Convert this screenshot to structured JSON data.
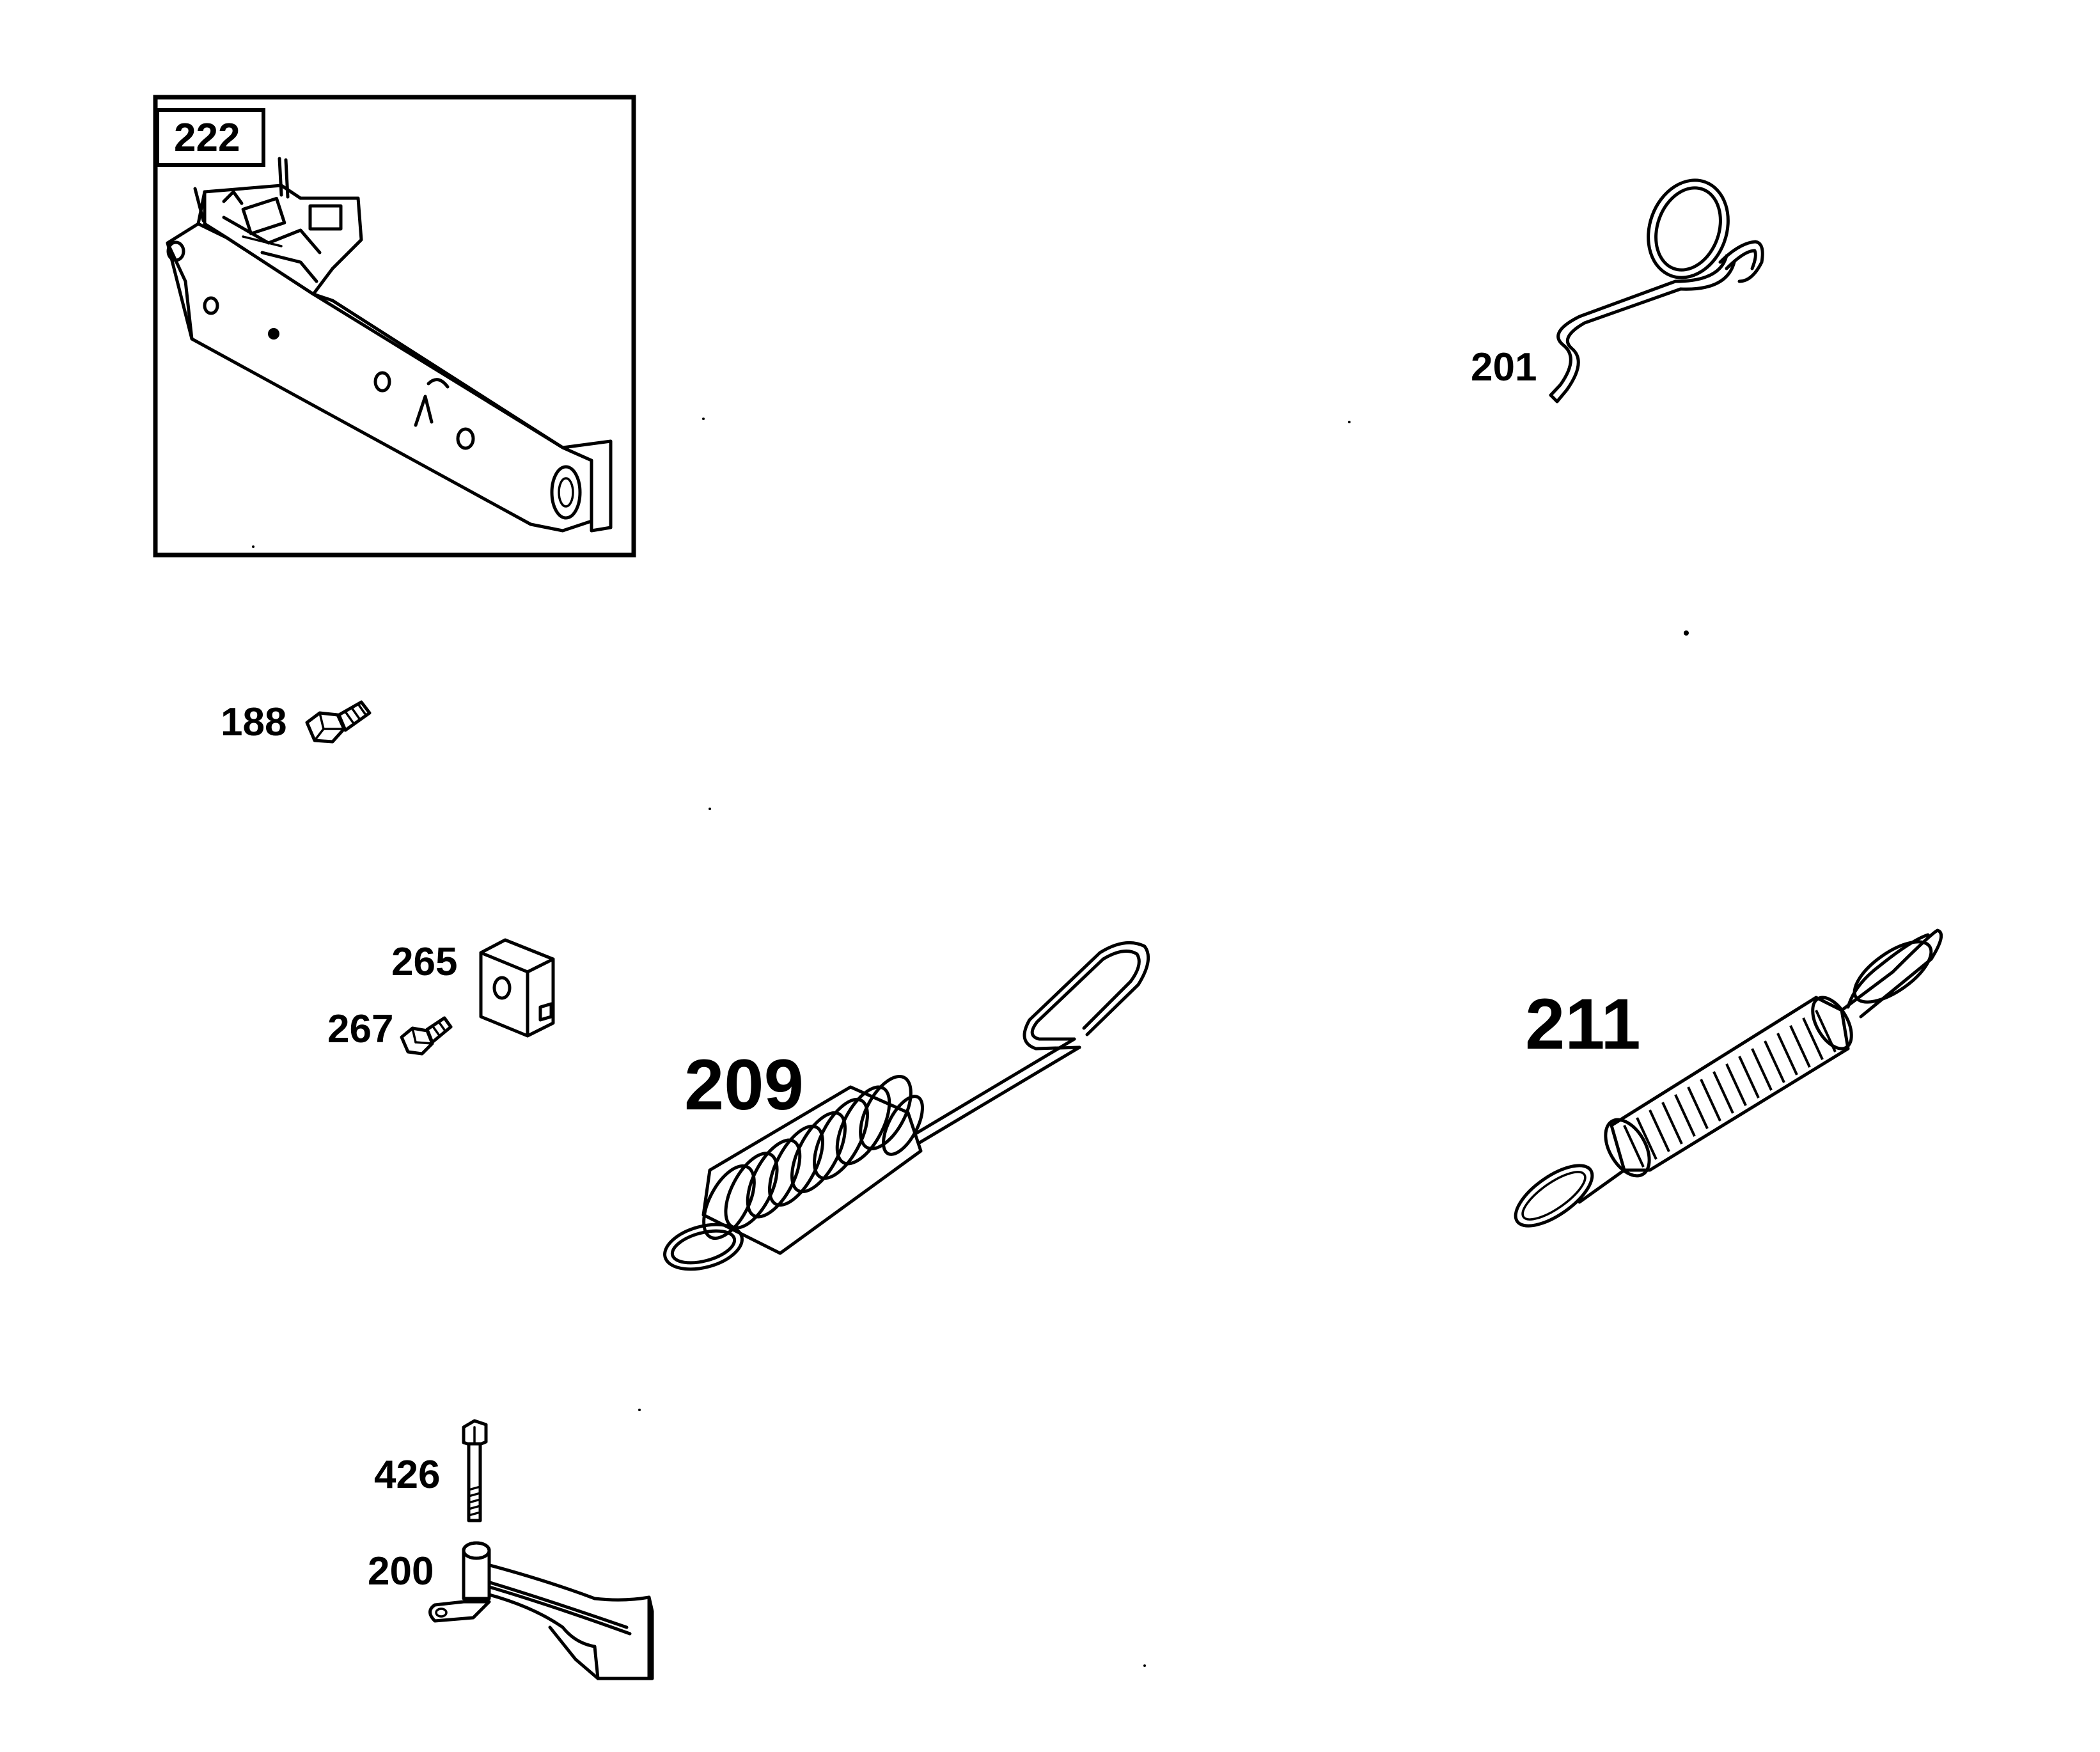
{
  "diagram": {
    "callouts": [
      {
        "id": "222",
        "label": "222"
      },
      {
        "id": "201",
        "label": "201"
      },
      {
        "id": "188",
        "label": "188"
      },
      {
        "id": "265",
        "label": "265"
      },
      {
        "id": "267",
        "label": "267"
      },
      {
        "id": "209",
        "label": "209"
      },
      {
        "id": "211",
        "label": "211"
      },
      {
        "id": "426",
        "label": "426"
      },
      {
        "id": "200",
        "label": "200"
      }
    ],
    "parts": [
      {
        "callout": "222",
        "icon": "control-bracket-assembly-icon"
      },
      {
        "callout": "201",
        "icon": "wire-link-spring-icon"
      },
      {
        "callout": "188",
        "icon": "hex-bolt-icon"
      },
      {
        "callout": "265",
        "icon": "cable-clamp-icon"
      },
      {
        "callout": "267",
        "icon": "hex-screw-icon"
      },
      {
        "callout": "209",
        "icon": "extension-spring-rod-icon"
      },
      {
        "callout": "211",
        "icon": "extension-spring-icon"
      },
      {
        "callout": "426",
        "icon": "shoulder-bolt-icon"
      },
      {
        "callout": "200",
        "icon": "lever-arm-icon"
      }
    ]
  }
}
